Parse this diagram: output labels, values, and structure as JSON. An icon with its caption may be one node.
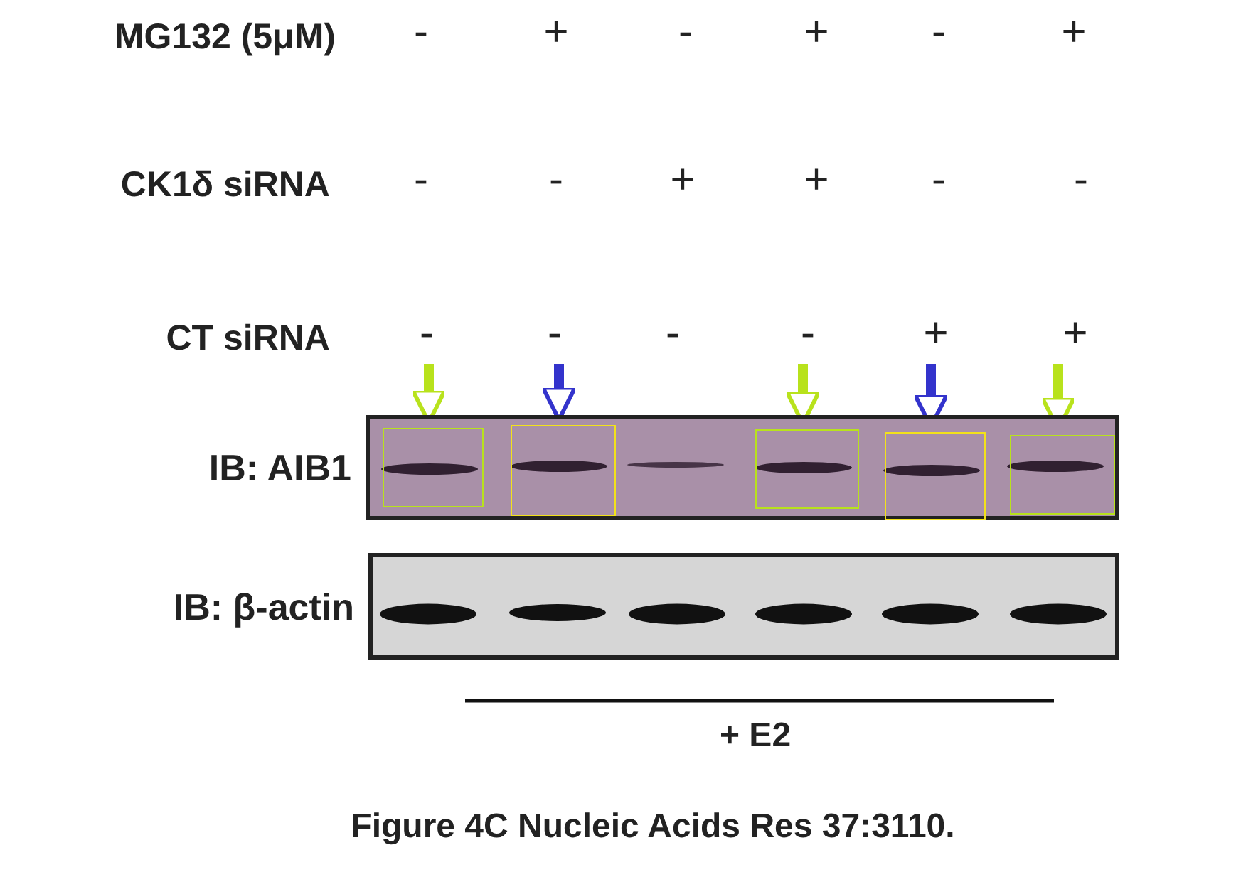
{
  "diagram": {
    "caption": "Figure 4C Nucleic Acids Res 37:3110.",
    "nodes": [
      {
        "text": [
          "IB: AIB1"
        ]
      },
      {
        "text": [],
        "shape": "box",
        "in": 0
      },
      {
        "text": [],
        "shape": "box",
        "in": 0
      },
      {
        "text": [],
        "shape": "box",
        "in": 0
      },
      {
        "text": [],
        "shape": "box",
        "in": 0
      },
      {
        "text": [],
        "shape": "box",
        "in": 0
      },
      {
        "text": [
          "IB: β-actin"
        ]
      }
    ],
    "edges": [
      {
        "from": null,
        "to": 1,
        "arrow": "to"
      },
      {
        "from": null,
        "to": 2,
        "arrow": "to",
        "color": "#3333cc"
      },
      {
        "from": null,
        "to": 3,
        "arrow": "to"
      },
      {
        "from": null,
        "to": 4,
        "arrow": "to",
        "color": "#3333cc"
      },
      {
        "from": null,
        "to": 5,
        "arrow": "to"
      }
    ],
    "labels": [
      "MG132 (5μM)",
      "-",
      "+",
      "-",
      "+",
      "-",
      "+",
      "CK1δ siRNA",
      "-",
      "-",
      "+",
      "+",
      "-",
      "-",
      "CT siRNA",
      "-",
      "-",
      "-",
      "-",
      "+",
      "+",
      "+ E2"
    ]
  }
}
